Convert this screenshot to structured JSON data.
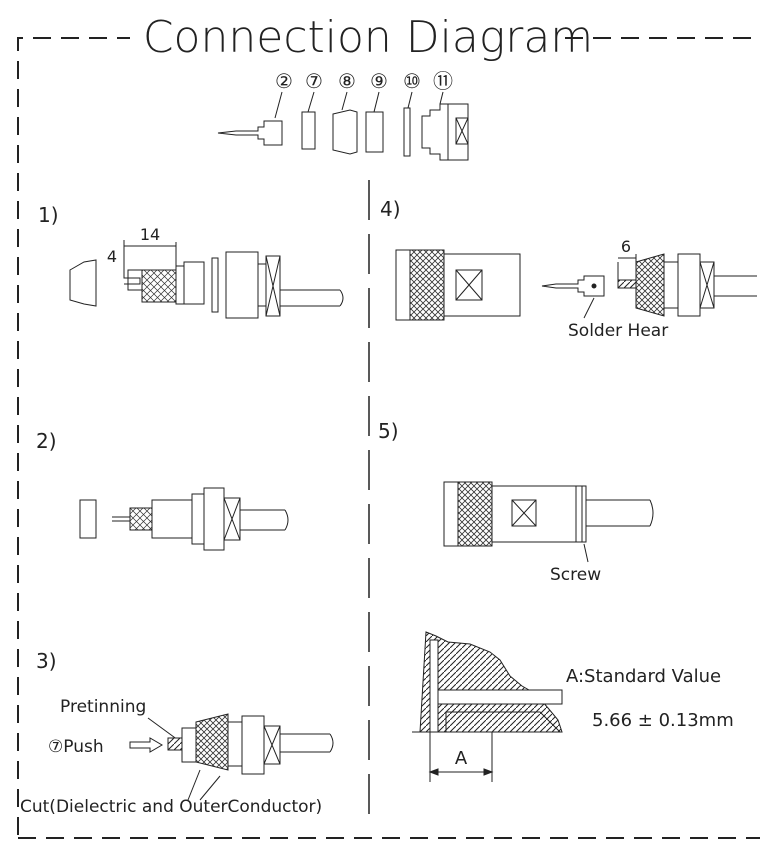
{
  "title": "Connection Diagram",
  "parts": [
    "②",
    "⑦",
    "⑧",
    "⑨",
    "⑩",
    "⑪"
  ],
  "steps": {
    "step1": {
      "number": "1)",
      "dim_a": "14",
      "dim_b": "4"
    },
    "step2": {
      "number": "2)"
    },
    "step3": {
      "number": "3)",
      "pretinning": "Pretinning",
      "push": "⑦Push",
      "cut": "Cut(Dielectric and OuterConductor)"
    },
    "step4": {
      "number": "4)",
      "dim": "6",
      "solder": "Solder Hear"
    },
    "step5": {
      "number": "5)",
      "screw": "Screw"
    }
  },
  "detail": {
    "dim_label": "A",
    "standard_label": "A:Standard Value",
    "standard_value": "5.66 ± 0.13mm"
  }
}
